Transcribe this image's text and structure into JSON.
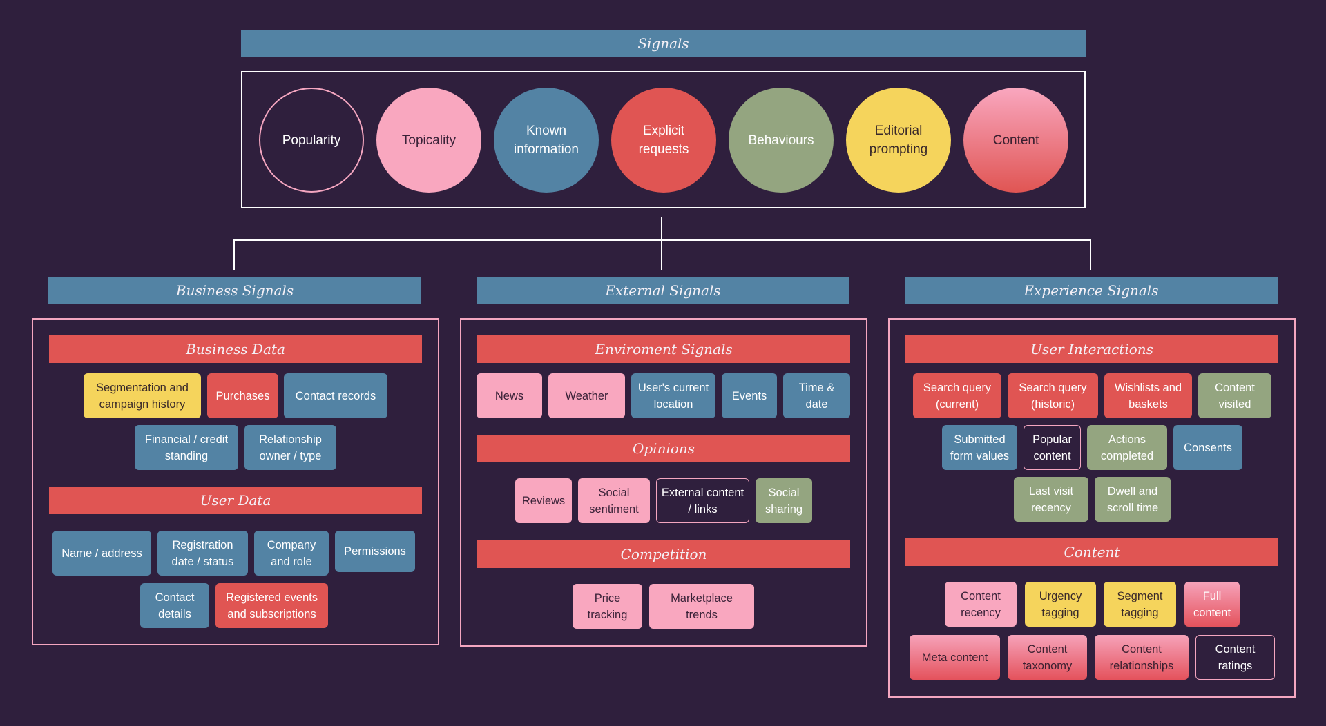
{
  "title": "Signals",
  "circles": [
    {
      "label": "Popularity",
      "color": "transparent",
      "border": "#f4a6c0",
      "text": "#ffffff"
    },
    {
      "label": "Topicality",
      "color": "#f9a7bf",
      "text": "#3a2238"
    },
    {
      "label": "Known information",
      "color": "#5383a4",
      "text": "#ffffff"
    },
    {
      "label": "Explicit requests",
      "color": "#e05553",
      "text": "#ffffff"
    },
    {
      "label": "Behaviours",
      "color": "#94a580",
      "text": "#ffffff"
    },
    {
      "label": "Editorial prompting",
      "color": "#f5d45c",
      "text": "#3a2a2a"
    },
    {
      "label": "Content",
      "color": "linear-gradient(180deg,#f9a7bf,#e05553)",
      "text": "#3a2030"
    }
  ],
  "columns": {
    "business": {
      "title": "Business Signals",
      "sections": [
        {
          "title": "Business Data",
          "tags": [
            "Segmentation and campaign history",
            "Purchases",
            "Contact records",
            "Financial / credit standing",
            "Relationship owner / type"
          ]
        },
        {
          "title": "User Data",
          "tags": [
            "Name / address",
            "Registration date / status",
            "Company and role",
            "Permissions",
            "Contact details",
            "Registered events and subscriptions"
          ]
        }
      ]
    },
    "external": {
      "title": "External Signals",
      "sections": [
        {
          "title": "Enviroment Signals",
          "tags": [
            "News",
            "Weather",
            "User's current location",
            "Events",
            "Time & date"
          ]
        },
        {
          "title": "Opinions",
          "tags": [
            "Reviews",
            "Social sentiment",
            "External content / links",
            "Social sharing"
          ]
        },
        {
          "title": "Competition",
          "tags": [
            "Price tracking",
            "Marketplace trends"
          ]
        }
      ]
    },
    "experience": {
      "title": "Experience Signals",
      "sections": [
        {
          "title": "User Interactions",
          "tags": [
            "Search query (current)",
            "Search query (historic)",
            "Wishlists and baskets",
            "Content visited",
            "Submitted form values",
            "Popular content",
            "Actions completed",
            "Consents",
            "Last visit recency",
            "Dwell and scroll time"
          ]
        },
        {
          "title": "Content",
          "tags": [
            "Content recency",
            "Urgency tagging",
            "Segment tagging",
            "Full content",
            "Meta content",
            "Content taxonomy",
            "Content relationships",
            "Content ratings"
          ]
        }
      ]
    }
  }
}
